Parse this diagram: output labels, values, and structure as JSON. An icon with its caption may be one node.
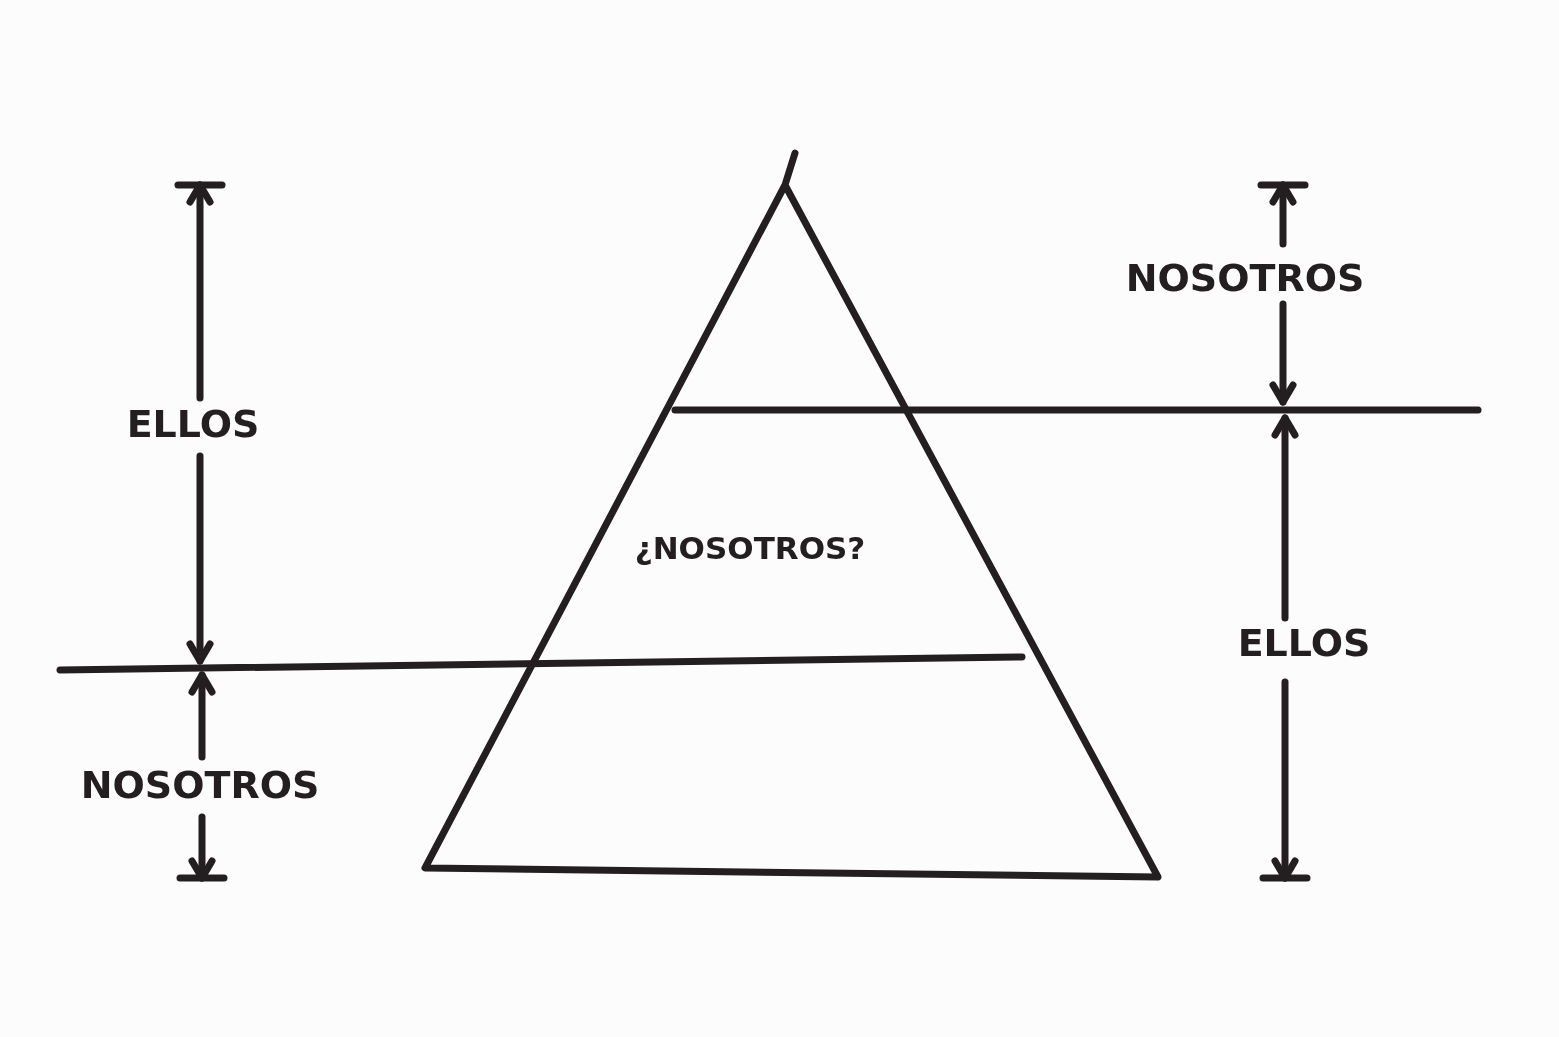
{
  "diagram": {
    "nodes": [
      {
        "text": [
          "¿NOSOTROS?"
        ]
      }
    ],
    "labels": [
      "NOSOTROS",
      "ELLOS",
      "ELLOS",
      "NOSOTROS"
    ]
  }
}
